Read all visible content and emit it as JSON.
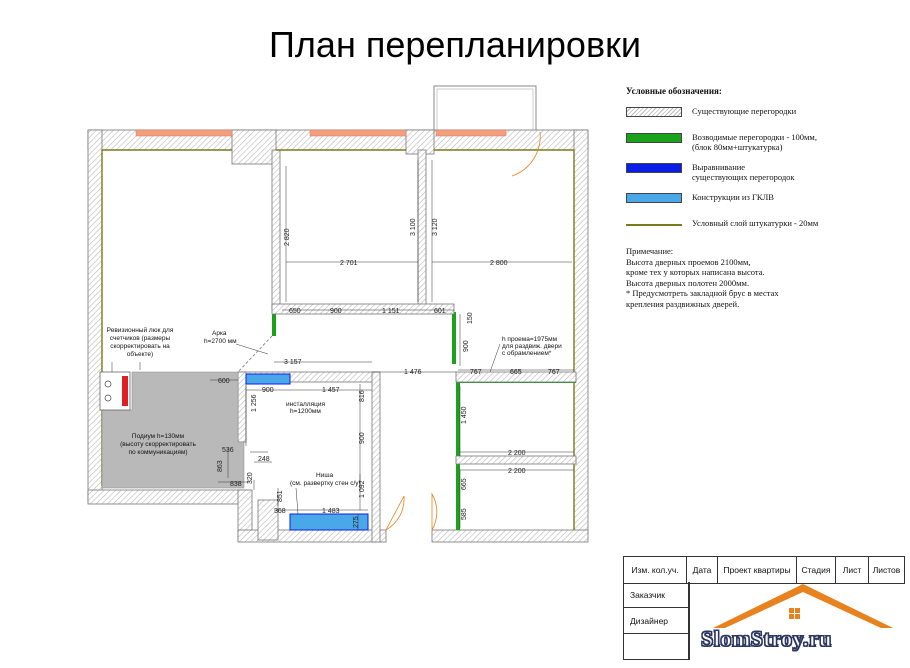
{
  "title": "План перепланировки",
  "legend": {
    "heading": "Условные обозначения:",
    "items": [
      {
        "swatch": "hatch",
        "text": "Существующие перегородки"
      },
      {
        "swatch": "green",
        "text": "Возводимые перегородки - 100мм, (блок 80мм+штукатурка)"
      },
      {
        "swatch": "blue",
        "text": "Выравнивание существующих перегородок"
      },
      {
        "swatch": "gklv",
        "text": "Конструкции из ГКЛВ"
      },
      {
        "swatch": "line",
        "text": "Условный слой штукатурки - 20мм"
      }
    ],
    "remarks": [
      "Примечание:",
      "Высота дверных проемов 2100мм,",
      "кроме тех у которых написана высота.",
      "Высота дверных полотен 2000мм.",
      "* Предусмотреть закладной брус в местах",
      "крепления раздвижных дверей."
    ]
  },
  "colors": {
    "hatch_stroke": "#b8b8b8",
    "green": "#1aa31a",
    "blue": "#0a1ee6",
    "gklv": "#4aa8e8",
    "plaster": "#7a7a1a",
    "window": "#f3a07a",
    "podium": "#b9b9b9",
    "door": "#e8821e",
    "logo_roof": "#e8821e",
    "logo_text_stroke": "#2a3560"
  },
  "dimensions": {
    "d2820": "2 820",
    "d3100": "3 100",
    "d3120": "3 120",
    "d2701": "2 701",
    "d2800": "2 800",
    "d650": "650",
    "d900a": "900",
    "d1151": "1 151",
    "d601": "601",
    "d150": "150",
    "d900b": "900",
    "d3157": "3 157",
    "d1476": "1 476",
    "d767a": "767",
    "d665a": "665",
    "d767b": "767",
    "d600": "600",
    "d900c": "900",
    "d1457": "1 457",
    "d1256": "1 256",
    "d816": "816",
    "d900d": "900",
    "d1450": "1 450",
    "d2200a": "2 200",
    "d2200b": "2 200",
    "d536": "536",
    "d248": "248",
    "d863": "863",
    "d320": "320",
    "d838": "838",
    "d851": "851",
    "d1092": "1 092",
    "d665b": "665",
    "d585": "585",
    "d368": "368",
    "d1483": "1 483",
    "d275": "275"
  },
  "annotations": {
    "revision": [
      "Ревизионный люк для",
      "счетчиков (размеры",
      "скорректировать на",
      "объекте)"
    ],
    "arch": [
      "Арка",
      "h=2700 мм"
    ],
    "sliding": [
      "h проема=1975мм",
      "для раздвиж. двери",
      "с обрамлением*"
    ],
    "installation": [
      "инсталляция",
      "h=1200мм"
    ],
    "podium": [
      "Подиум h=130мм",
      "(высоту скорректировать",
      "по коммуникациям)"
    ],
    "niche": [
      "Ниша",
      "(см. развертку стен с/у)"
    ]
  },
  "stamp": {
    "headers": [
      "Изм. кол.уч.",
      "Дата",
      "Проект квартиры",
      "Стадия",
      "Лист",
      "Листов"
    ],
    "rows": [
      "Заказчик",
      "Дизайнер"
    ],
    "logo_text": "SlomStroy.ru"
  }
}
